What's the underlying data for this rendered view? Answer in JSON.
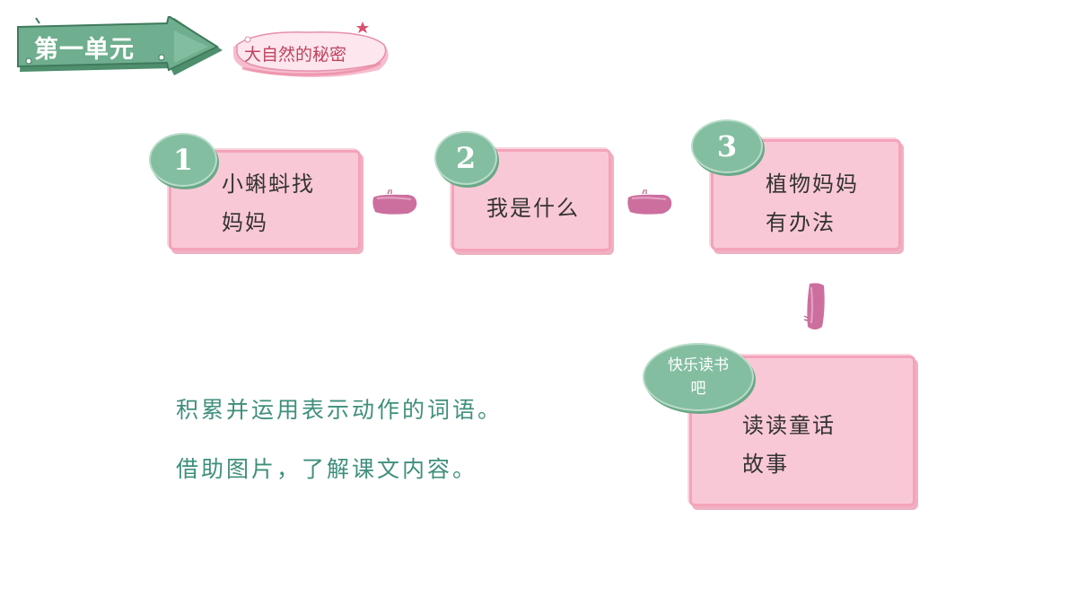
{
  "header": {
    "unit_title": "第一单元",
    "theme_title": "大自然的秘密"
  },
  "lessons": [
    {
      "number": "1",
      "line1": "小蝌蚪找",
      "line2": "妈妈"
    },
    {
      "number": "2",
      "line1": "我是什么",
      "line2": ""
    },
    {
      "number": "3",
      "line1": "植物妈妈",
      "line2": "有办法"
    }
  ],
  "reading": {
    "badge_line1": "快乐读书",
    "badge_line2": "吧",
    "line1": "读读童话",
    "line2": "故事"
  },
  "objectives": [
    "积累并运用表示动作的词语。",
    "借助图片，了解课文内容。"
  ],
  "colors": {
    "green": "#6fae8e",
    "card_pink": "#f9c8d6",
    "arrow_pink": "#cc6f9f",
    "objective_text": "#3f8f7c"
  }
}
